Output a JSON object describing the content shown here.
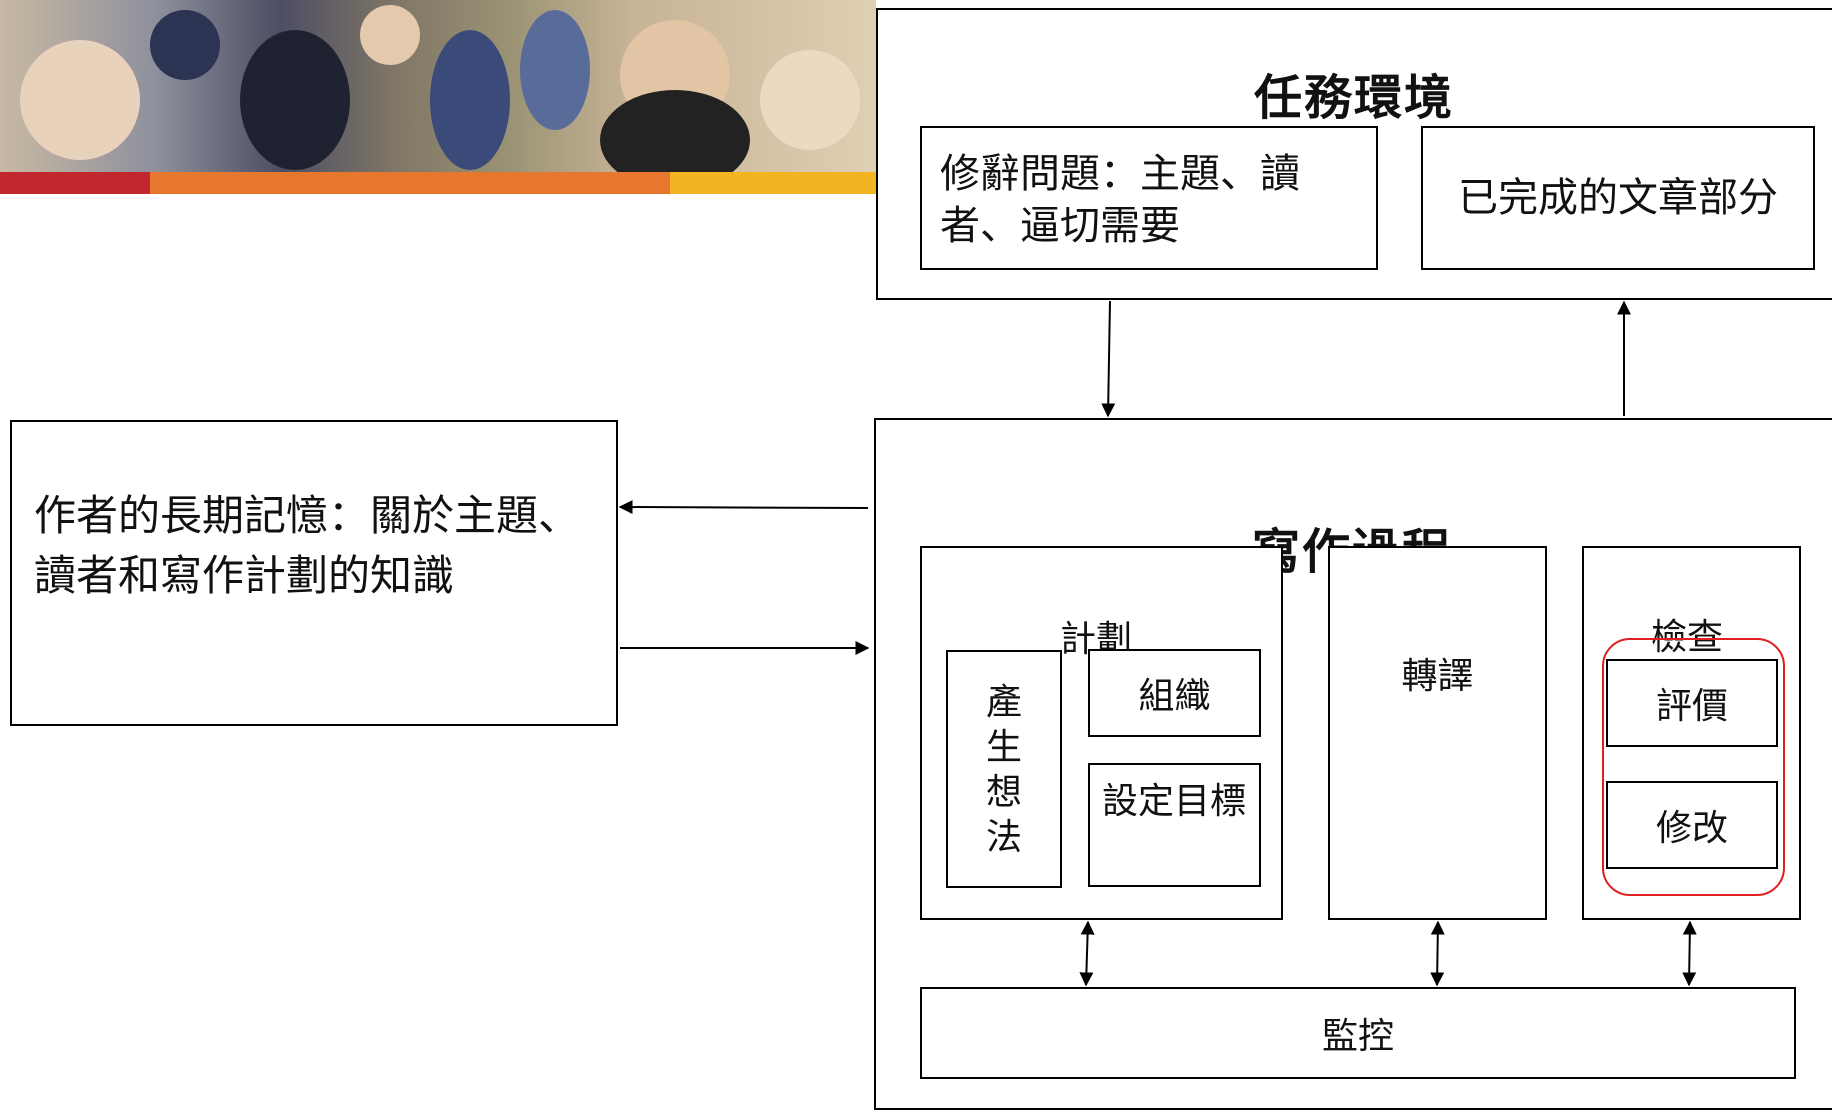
{
  "task_environment": {
    "title": "任務環境",
    "rhetorical_problem": "修辭問題：主題、讀者、逼切需要",
    "text_produced": "已完成的文章部分"
  },
  "long_term_memory": {
    "text": "作者的長期記憶：關於主題、讀者和寫作計劃的知識"
  },
  "writing_process": {
    "title": "寫作過程",
    "planning": {
      "label": "計劃",
      "generating": "產生想法",
      "organizing": "組織",
      "goal_setting": "設定目標"
    },
    "translating": "轉譯",
    "reviewing": {
      "label": "檢查",
      "evaluating": "評價",
      "revising": "修改"
    },
    "monitor": "監控"
  },
  "colors": {
    "stripe_red": "#c1272d",
    "stripe_orange": "#e8772e",
    "stripe_yellow": "#f2b521",
    "highlight": "#e02020"
  }
}
